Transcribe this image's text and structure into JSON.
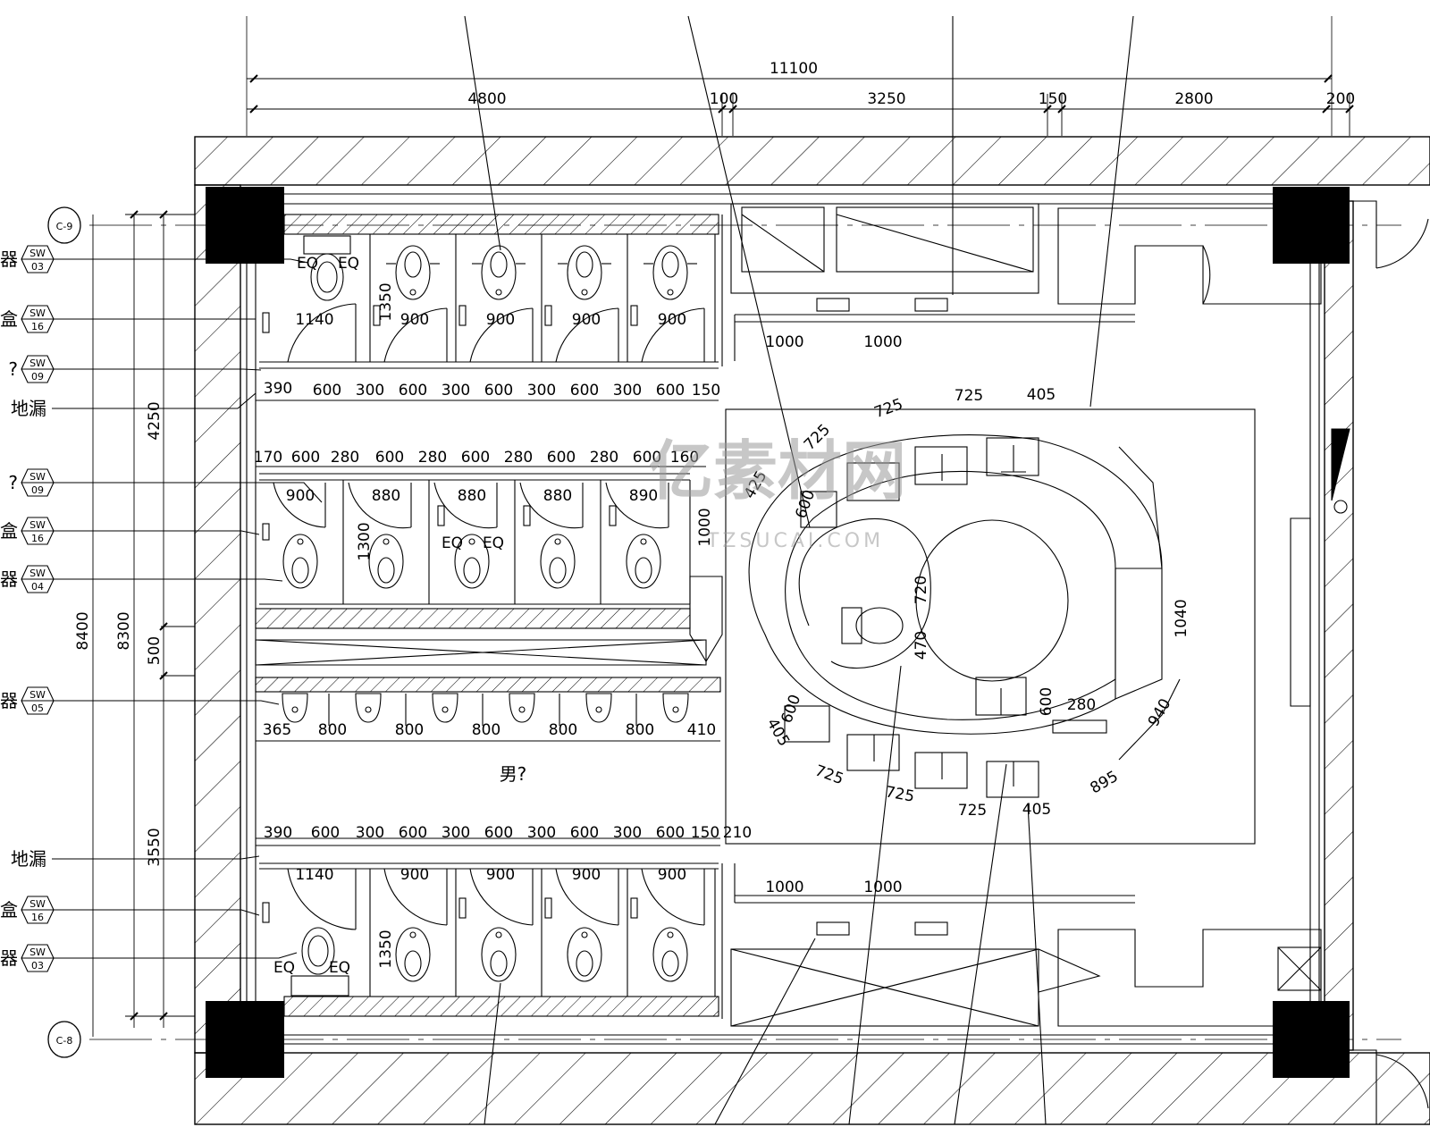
{
  "overall": {
    "total": "11100",
    "height": "8400",
    "height_inner": "8300"
  },
  "top_segments": [
    "4800",
    "100",
    "3250",
    "150",
    "2800",
    "200"
  ],
  "left_dims": {
    "upper": "4250",
    "corridor": "500",
    "lower": "3550"
  },
  "grid_bubbles": {
    "top": "C-9",
    "bottom": "C-8"
  },
  "left_labels": [
    {
      "text": "便器",
      "code": "SW",
      "num": "03"
    },
    {
      "text": "盒",
      "code": "SW",
      "num": "16"
    },
    {
      "text": "?",
      "code": "SW",
      "num": "09"
    },
    {
      "text": "地漏"
    },
    {
      "text": "?",
      "code": "SW",
      "num": "09"
    },
    {
      "text": "盒",
      "code": "SW",
      "num": "16"
    },
    {
      "text": "便器",
      "code": "SW",
      "num": "04"
    },
    {
      "text": "便器",
      "code": "SW",
      "num": "05"
    },
    {
      "text": "地漏"
    },
    {
      "text": "盒",
      "code": "SW",
      "num": "16"
    },
    {
      "text": "便器",
      "code": "SW",
      "num": "03"
    }
  ],
  "upper_block": {
    "stall_widths": [
      "1140",
      "900",
      "900",
      "900",
      "900"
    ],
    "depth": "1350",
    "row_dims": [
      "390",
      "600",
      "300",
      "600",
      "300",
      "600",
      "300",
      "600",
      "300",
      "600",
      "150"
    ],
    "eq": [
      "EQ",
      "EQ"
    ]
  },
  "middle_block": {
    "row_dims": [
      "170",
      "600",
      "280",
      "600",
      "280",
      "600",
      "280",
      "600",
      "280",
      "600",
      "160"
    ],
    "stall_widths": [
      "900",
      "880",
      "880",
      "880",
      "890"
    ],
    "depth": "1300",
    "side": "1000",
    "eq": [
      "EQ",
      "EQ"
    ]
  },
  "urinal_block": {
    "dims": [
      "365",
      "800",
      "800",
      "800",
      "800",
      "800",
      "410"
    ],
    "room_label": "男?"
  },
  "lower_block": {
    "row_dims": [
      "390",
      "600",
      "300",
      "600",
      "300",
      "600",
      "300",
      "600",
      "300",
      "600",
      "150",
      "210"
    ],
    "stall_widths": [
      "1140",
      "900",
      "900",
      "900",
      "900"
    ],
    "depth": "1350",
    "eq": [
      "EQ",
      "EQ"
    ]
  },
  "basin_spacing": {
    "upper": [
      "1000",
      "1000"
    ],
    "lower": [
      "1000",
      "1000"
    ]
  },
  "oval_room": {
    "top_dims": [
      "425",
      "725",
      "725",
      "725",
      "405"
    ],
    "bottom_dims": [
      "405",
      "725",
      "725",
      "725",
      "405"
    ],
    "upper_left": [
      "600"
    ],
    "lower_left": [
      "600"
    ],
    "inner": [
      "720",
      "470",
      "600",
      "280"
    ],
    "right": [
      "1040",
      "940",
      "895"
    ]
  },
  "watermark": {
    "main": "亿素材网",
    "sub": "TZSUCAI.COM"
  },
  "colors": {
    "line": "#000000",
    "background": "#ffffff",
    "watermark": "#9a9a9a"
  }
}
